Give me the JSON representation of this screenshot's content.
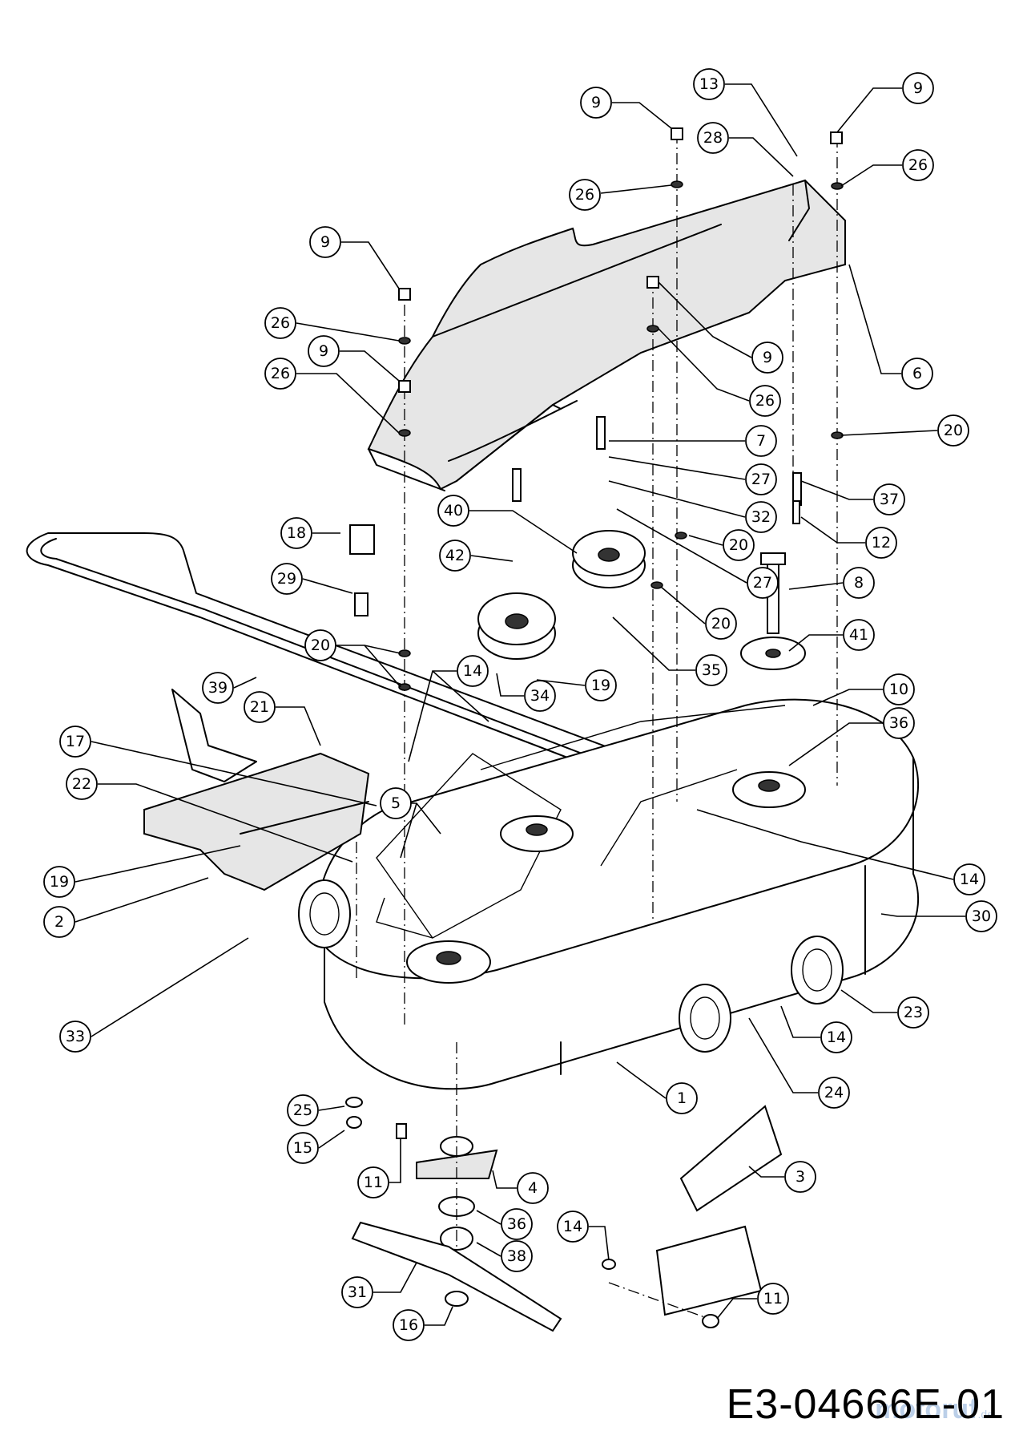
{
  "diagram": {
    "code": "E3-04666E-01",
    "watermark": "motoruf",
    "watermark_tld": ".de",
    "callouts": [
      {
        "id": "c9a",
        "label": "9"
      },
      {
        "id": "c13",
        "label": "13"
      },
      {
        "id": "c9b",
        "label": "9"
      },
      {
        "id": "c28",
        "label": "28"
      },
      {
        "id": "c26a",
        "label": "26"
      },
      {
        "id": "c26b",
        "label": "26"
      },
      {
        "id": "c9c",
        "label": "9"
      },
      {
        "id": "c26c",
        "label": "26"
      },
      {
        "id": "c9d",
        "label": "9"
      },
      {
        "id": "c26d",
        "label": "26"
      },
      {
        "id": "c9e",
        "label": "9"
      },
      {
        "id": "c26e",
        "label": "26"
      },
      {
        "id": "c6",
        "label": "6"
      },
      {
        "id": "c20a",
        "label": "20"
      },
      {
        "id": "c7",
        "label": "7"
      },
      {
        "id": "c27a",
        "label": "27"
      },
      {
        "id": "c32",
        "label": "32"
      },
      {
        "id": "c37",
        "label": "37"
      },
      {
        "id": "c40",
        "label": "40"
      },
      {
        "id": "c18",
        "label": "18"
      },
      {
        "id": "c20b",
        "label": "20"
      },
      {
        "id": "c12",
        "label": "12"
      },
      {
        "id": "c42",
        "label": "42"
      },
      {
        "id": "c27b",
        "label": "27"
      },
      {
        "id": "c8",
        "label": "8"
      },
      {
        "id": "c29",
        "label": "29"
      },
      {
        "id": "c20c",
        "label": "20"
      },
      {
        "id": "c41",
        "label": "41"
      },
      {
        "id": "c20d",
        "label": "20"
      },
      {
        "id": "c14a",
        "label": "14"
      },
      {
        "id": "c35",
        "label": "35"
      },
      {
        "id": "c10",
        "label": "10"
      },
      {
        "id": "c19a",
        "label": "19"
      },
      {
        "id": "c39",
        "label": "39"
      },
      {
        "id": "c21",
        "label": "21"
      },
      {
        "id": "c34",
        "label": "34"
      },
      {
        "id": "c36a",
        "label": "36"
      },
      {
        "id": "c17",
        "label": "17"
      },
      {
        "id": "c22",
        "label": "22"
      },
      {
        "id": "c5",
        "label": "5"
      },
      {
        "id": "c14b",
        "label": "14"
      },
      {
        "id": "c19b",
        "label": "19"
      },
      {
        "id": "c30",
        "label": "30"
      },
      {
        "id": "c2",
        "label": "2"
      },
      {
        "id": "c23",
        "label": "23"
      },
      {
        "id": "c33",
        "label": "33"
      },
      {
        "id": "c14c",
        "label": "14"
      },
      {
        "id": "c1",
        "label": "1"
      },
      {
        "id": "c24",
        "label": "24"
      },
      {
        "id": "c25",
        "label": "25"
      },
      {
        "id": "c15",
        "label": "15"
      },
      {
        "id": "c3",
        "label": "3"
      },
      {
        "id": "c11a",
        "label": "11"
      },
      {
        "id": "c4",
        "label": "4"
      },
      {
        "id": "c14d",
        "label": "14"
      },
      {
        "id": "c36b",
        "label": "36"
      },
      {
        "id": "c38",
        "label": "38"
      },
      {
        "id": "c31",
        "label": "31"
      },
      {
        "id": "c11b",
        "label": "11"
      },
      {
        "id": "c16",
        "label": "16"
      }
    ]
  }
}
